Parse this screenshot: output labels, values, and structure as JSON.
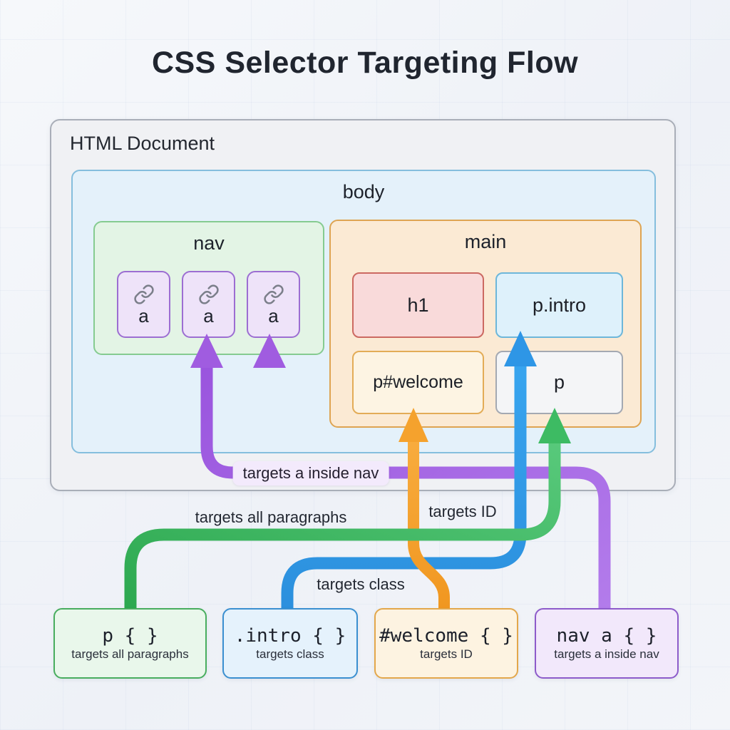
{
  "title": "CSS Selector Targeting Flow",
  "document": {
    "label": "HTML Document",
    "body": {
      "label": "body",
      "nav": {
        "label": "nav",
        "links": [
          {
            "label": "a",
            "icon": "link-icon"
          },
          {
            "label": "a",
            "icon": "link-icon"
          },
          {
            "label": "a",
            "icon": "link-icon"
          }
        ]
      },
      "main": {
        "label": "main",
        "elements": [
          {
            "label": "h1"
          },
          {
            "label": "p.intro"
          },
          {
            "label": "p#welcome"
          },
          {
            "label": "p"
          }
        ]
      }
    }
  },
  "flow": {
    "nav_label": "targets a inside nav",
    "paragraphs_label": "targets all paragraphs",
    "id_label": "targets ID",
    "class_label": "targets class"
  },
  "selectors": [
    {
      "code": "p { }",
      "description": "targets all paragraphs",
      "color": "#3dbb63",
      "targets": "p"
    },
    {
      "code": ".intro { }",
      "description": "targets class",
      "color": "#2e96e6",
      "targets": "p.intro"
    },
    {
      "code": "#welcome { }",
      "description": "targets ID",
      "color": "#f5a22d",
      "targets": "p#welcome"
    },
    {
      "code": "nav a { }",
      "description": "targets a inside nav",
      "color": "#a05ce0",
      "targets": "a"
    }
  ],
  "colors": {
    "green_arrow": "#3dbb63",
    "blue_arrow": "#2e96e6",
    "orange_arrow": "#f5a22d",
    "purple_arrow": "#a05ce0",
    "document_bg": "#f0f1f4",
    "body_bg": "#e4f1fa",
    "nav_bg": "#e3f4e5",
    "main_bg": "#fbead4"
  }
}
